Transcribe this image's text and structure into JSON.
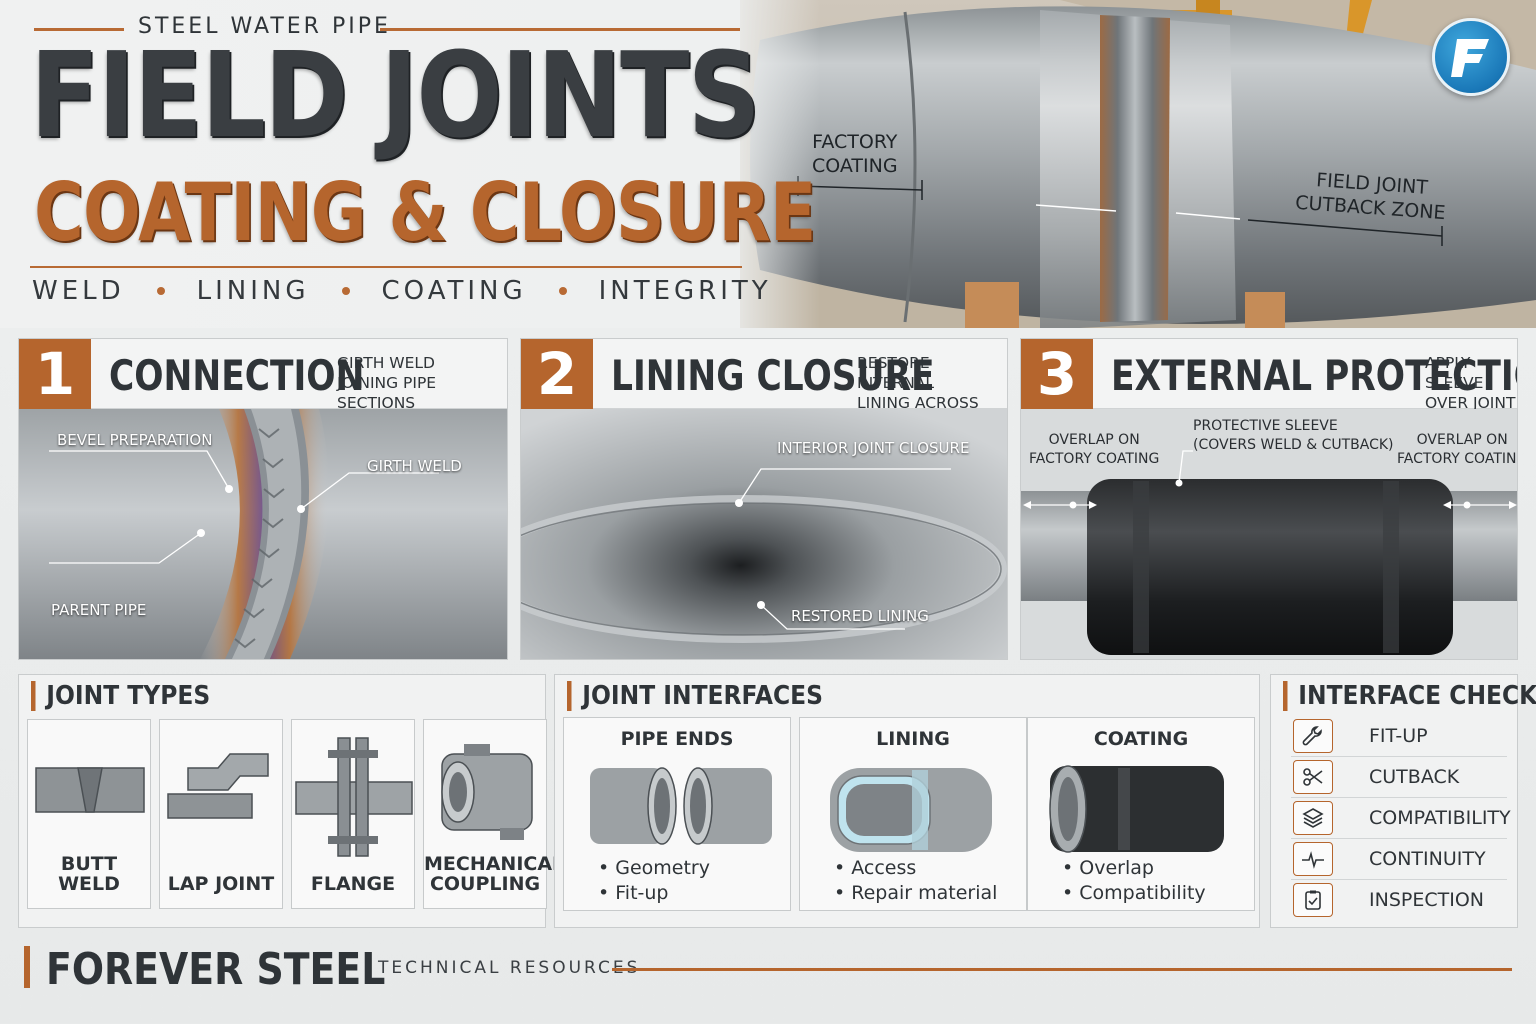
{
  "header": {
    "eyebrow": "STEEL WATER PIPE",
    "title_line1": "FIELD JOINTS",
    "title_line2": "COATING & CLOSURE",
    "pillars": [
      "WELD",
      "LINING",
      "COATING",
      "INTEGRITY"
    ]
  },
  "hero": {
    "label_factory_line1": "FACTORY",
    "label_factory_line2": "COATING",
    "label_cutback_line1": "FIELD JOINT",
    "label_cutback_line2": "CUTBACK ZONE"
  },
  "steps": [
    {
      "number": "1",
      "title": "CONNECTION",
      "subtitle_line1": "GIRTH WELD",
      "subtitle_line2": "JOINING PIPE SECTIONS",
      "callouts": [
        "BEVEL PREPARATION",
        "GIRTH WELD",
        "PARENT PIPE"
      ]
    },
    {
      "number": "2",
      "title": "LINING CLOSURE",
      "subtitle_line1": "RESTORE INTERNAL",
      "subtitle_line2": "LINING ACROSS JOINT",
      "callouts": [
        "INTERIOR JOINT CLOSURE",
        "RESTORED LINING"
      ]
    },
    {
      "number": "3",
      "title": "EXTERNAL PROTECTION",
      "subtitle_line1": "APPLY SLEEVE",
      "subtitle_line2": "OVER JOINT",
      "callouts": {
        "left_line1": "OVERLAP ON",
        "left_line2": "FACTORY COATING",
        "center_line1": "PROTECTIVE SLEEVE",
        "center_line2": "(COVERS WELD & CUTBACK)",
        "right_line1": "OVERLAP ON",
        "right_line2": "FACTORY COATING"
      }
    }
  ],
  "joint_types": {
    "title": "JOINT TYPES",
    "items": [
      {
        "label_line1": "BUTT WELD",
        "label_line2": ""
      },
      {
        "label_line1": "LAP JOINT",
        "label_line2": ""
      },
      {
        "label_line1": "FLANGE",
        "label_line2": ""
      },
      {
        "label_line1": "MECHANICAL",
        "label_line2": "COUPLING"
      }
    ]
  },
  "joint_interfaces": {
    "title": "JOINT INTERFACES",
    "cards": [
      {
        "heading": "PIPE ENDS",
        "bullets": [
          "Geometry",
          "Fit-up"
        ]
      },
      {
        "heading": "LINING",
        "bullets": [
          "Access",
          "Repair material"
        ]
      },
      {
        "heading": "COATING",
        "bullets": [
          "Overlap",
          "Compatibility"
        ]
      }
    ]
  },
  "interface_checks": {
    "title": "INTERFACE CHECKS",
    "items": [
      {
        "label": "FIT-UP",
        "icon": "wrench-icon"
      },
      {
        "label": "CUTBACK",
        "icon": "scissors-icon"
      },
      {
        "label": "COMPATIBILITY",
        "icon": "layers-icon"
      },
      {
        "label": "CONTINUITY",
        "icon": "pulse-icon"
      },
      {
        "label": "INSPECTION",
        "icon": "clipboard-check-icon"
      }
    ]
  },
  "footer": {
    "brand": "FOREVER STEEL",
    "tagline": "TECHNICAL RESOURCES"
  },
  "colors": {
    "accent_copper": "#b5652d",
    "text_dark": "#2f3438",
    "logo_blue": "#1a78b8",
    "background": "#eef0f0"
  }
}
